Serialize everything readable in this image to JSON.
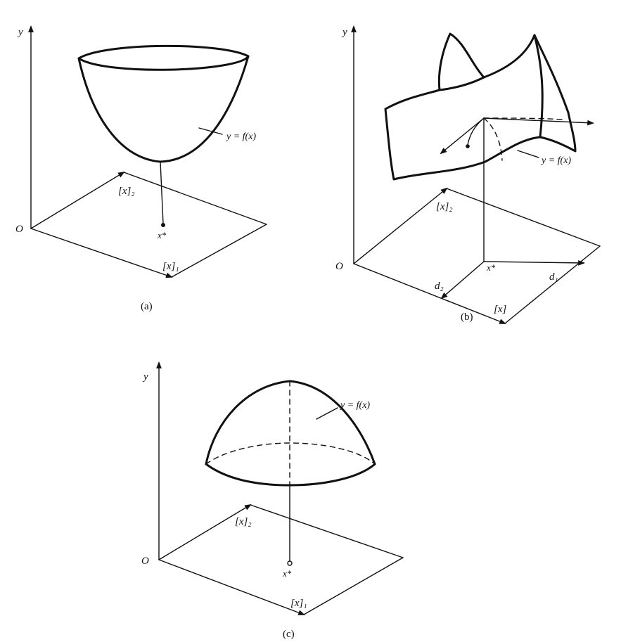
{
  "panels": [
    {
      "caption": "(a)",
      "axis_y": "y",
      "origin": "O",
      "axis_x2": "[x]₂",
      "axis_x1": "[x]₁",
      "point": "x*",
      "surface_label": "y = f(x)"
    },
    {
      "caption": "(b)",
      "axis_y": "y",
      "origin": "O",
      "axis_x2": "[x]₂",
      "axis_x1": "[x]",
      "point": "x*",
      "direction_1": "d₁",
      "direction_2": "d₂",
      "surface_label": "y = f(x)"
    },
    {
      "caption": "(c)",
      "axis_y": "y",
      "origin": "O",
      "axis_x2": "[x]₂",
      "axis_x1": "[x]₁",
      "point": "x*",
      "surface_label": "y = f(x)"
    }
  ]
}
